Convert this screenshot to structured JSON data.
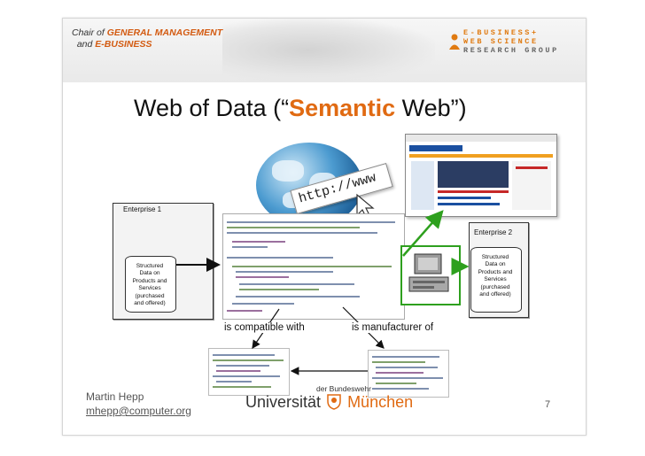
{
  "header": {
    "chair_line1_prefix": "Chair of",
    "chair_line1_emph": "GENERAL MANAGEMENT",
    "chair_line2_prefix": "and",
    "chair_line2_emph": "E-BUSINESS",
    "group_line1": "E-BUSINESS+",
    "group_line2": "WEB SCIENCE",
    "group_line3": "RESEARCH GROUP"
  },
  "title": {
    "before": "Web of Data (“",
    "accent": "Semantic",
    "after": "Web”)"
  },
  "url_text": "http://www",
  "enterprise1": {
    "label": "Enterprise 1",
    "db_lines": [
      "Structured",
      "Data on",
      "Products and",
      "Services",
      "(purchased",
      "and offered)"
    ]
  },
  "enterprise2": {
    "label": "Enterprise 2",
    "db_lines": [
      "Structured",
      "Data on",
      "Products and",
      "Services",
      "(purchased",
      "and offered)"
    ]
  },
  "relations": {
    "left": "is compatible with",
    "right": "is manufacturer of"
  },
  "footer": {
    "author": "Martin Hepp",
    "email": "mhepp@computer.org",
    "university_small": "der Bundeswehr",
    "university_main": "Universität",
    "university_city": "München",
    "page_number": "7"
  },
  "colors": {
    "accent": "#e06a12",
    "arrow_green": "#2ea01e",
    "text": "#111111"
  }
}
